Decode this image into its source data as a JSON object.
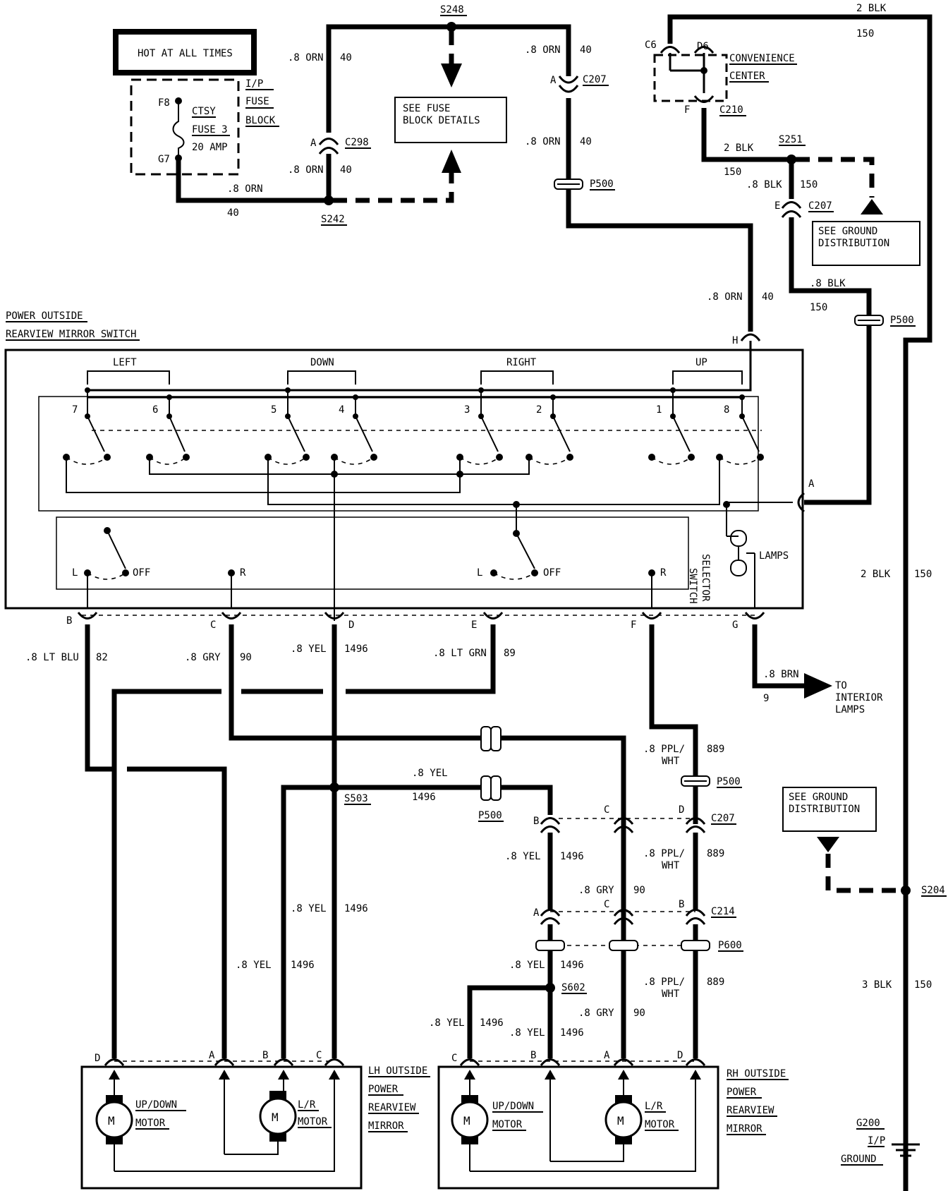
{
  "labels": {
    "hot": "HOT AT ALL TIMES",
    "fuse_block_1": "I/P",
    "fuse_block_2": "FUSE",
    "fuse_block_3": "BLOCK",
    "fuse_1": "CTSY",
    "fuse_2": "FUSE 3",
    "fuse_3": "20 AMP",
    "f8": "F8",
    "g7": "G7",
    "s248": "S248",
    "s242": "S242",
    "s251": "S251",
    "s503": "S503",
    "s602": "S602",
    "s204": "S204",
    "see_fuse_1": "SEE FUSE",
    "see_fuse_2": "BLOCK DETAILS",
    "see_ground_1": "SEE GROUND",
    "see_ground_2": "DISTRIBUTION",
    "conv_1": "CONVENIENCE",
    "conv_2": "CENTER",
    "c6": "C6",
    "d6": "D6",
    "c210": "C210",
    "c207": "C207",
    "c298": "C298",
    "c214": "C214",
    "p500": "P500",
    "p600": "P600",
    "switch_1": "POWER OUTSIDE",
    "switch_2": "REARVIEW MIRROR SWITCH",
    "left": "LEFT",
    "down": "DOWN",
    "right": "RIGHT",
    "up": "UP",
    "off": "OFF",
    "lamps": "LAMPS",
    "selector_1": "SELECTOR",
    "selector_2": "SWITCH",
    "to_1": "TO",
    "to_2": "INTERIOR",
    "to_3": "LAMPS",
    "lh_1": "LH OUTSIDE",
    "lh_2": "POWER",
    "lh_3": "REARVIEW",
    "lh_4": "MIRROR",
    "rh_1": "RH OUTSIDE",
    "rh_2": "POWER",
    "rh_3": "REARVIEW",
    "rh_4": "MIRROR",
    "updown_1": "UP/DOWN",
    "updown_2": "MOTOR",
    "lr_1": "L/R",
    "lr_2": "MOTOR",
    "m": "M",
    "g200_1": "G200",
    "g200_2": "I/P",
    "g200_3": "GROUND"
  },
  "wires": {
    "orn": ".8 ORN",
    "c40": "40",
    "blk2": "2 BLK",
    "blk8": ".8 BLK",
    "blk3": "3 BLK",
    "c150": "150",
    "ltblu": ".8 LT BLU",
    "c82": "82",
    "gry": ".8 GRY",
    "c90": "90",
    "yel": ".8 YEL",
    "c1496": "1496",
    "ltgrn": ".8 LT GRN",
    "c89": "89",
    "brn": ".8 BRN",
    "c9": "9",
    "ppl": ".8 PPL/",
    "wht": "WHT",
    "c889": "889"
  },
  "pins": [
    "A",
    "B",
    "C",
    "D",
    "E",
    "F",
    "G",
    "H",
    "L",
    "R",
    "1",
    "2",
    "3",
    "4",
    "5",
    "6",
    "7",
    "8"
  ]
}
